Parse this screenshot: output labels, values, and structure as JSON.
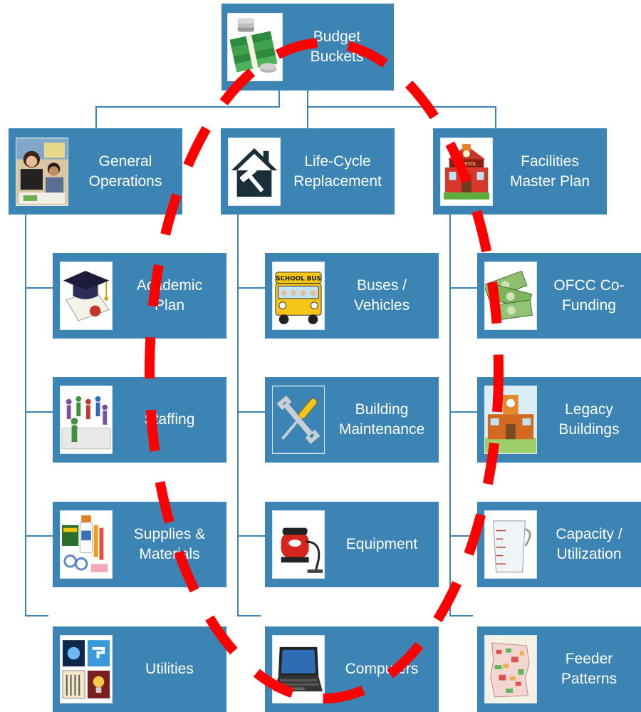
{
  "colors": {
    "box_fill": "#3b84b4",
    "connector": "#3b84b4",
    "text": "#ffffff",
    "dashed_circle": "#ff0000"
  },
  "root": {
    "label": "Budget\nBuckets",
    "icon": "money-stack-icon"
  },
  "branches": [
    {
      "label": "General\nOperations",
      "icon": "classroom-photo-icon",
      "children": [
        {
          "label": "Academic\nPlan",
          "icon": "graduation-cap-icon"
        },
        {
          "label": "Staffing",
          "icon": "puzzle-people-icon"
        },
        {
          "label": "Supplies &\nMaterials",
          "icon": "school-supplies-icon"
        },
        {
          "label": "Utilities",
          "icon": "utilities-icon"
        }
      ]
    },
    {
      "label": "Life-Cycle\nReplacement",
      "icon": "house-hammer-icon",
      "children": [
        {
          "label": "Buses /\nVehicles",
          "icon": "school-bus-icon"
        },
        {
          "label": "Building\nMaintenance",
          "icon": "wrench-screwdriver-icon"
        },
        {
          "label": "Equipment",
          "icon": "vacuum-cleaner-icon"
        },
        {
          "label": "Computers",
          "icon": "laptop-icon"
        }
      ]
    },
    {
      "label": "Facilities\nMaster Plan",
      "icon": "schoolhouse-icon",
      "children": [
        {
          "label": "OFCC Co-\nFunding",
          "icon": "cash-pile-icon"
        },
        {
          "label": "Legacy\nBuildings",
          "icon": "school-building-icon"
        },
        {
          "label": "Capacity /\nUtilization",
          "icon": "measuring-cup-icon"
        },
        {
          "label": "Feeder\nPatterns",
          "icon": "map-icon"
        }
      ]
    }
  ]
}
